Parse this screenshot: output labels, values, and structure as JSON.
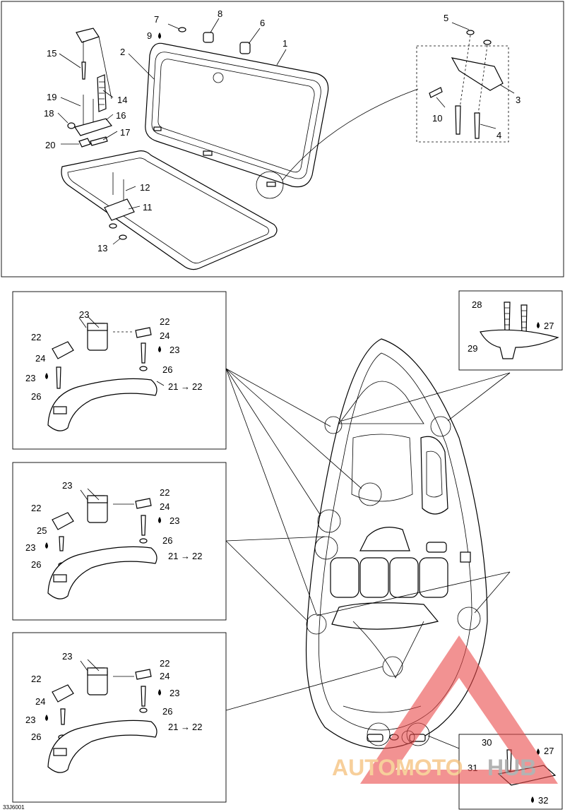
{
  "callouts_top": {
    "c1": "1",
    "c2": "2",
    "c3": "3",
    "c4": "4",
    "c5": "5",
    "c6": "6",
    "c7": "7",
    "c8": "8",
    "c9": "9",
    "c10": "10",
    "c11": "11",
    "c12": "12",
    "c13": "13",
    "c14": "14",
    "c15": "15",
    "c16": "16",
    "c17": "17",
    "c18": "18",
    "c19": "19",
    "c20": "20"
  },
  "panel_a": {
    "p23": "23",
    "p22a": "22",
    "p22b": "22",
    "p24a": "24",
    "p24b": "24",
    "p23b": "23",
    "p23c": "23",
    "p26a": "26",
    "p26b": "26",
    "p21": "21",
    "p21b": "22"
  },
  "panel_b": {
    "p23": "23",
    "p22a": "22",
    "p22b": "22",
    "p24": "24",
    "p25": "25",
    "p23b": "23",
    "p23c": "23",
    "p26a": "26",
    "p26b": "26",
    "p21": "21",
    "p21b": "22"
  },
  "panel_c": {
    "p23": "23",
    "p22a": "22",
    "p22b": "22",
    "p24a": "24",
    "p24b": "24",
    "p23b": "23",
    "p23c": "23",
    "p26a": "26",
    "p26b": "26",
    "p21": "21",
    "p21b": "22"
  },
  "panel_d": {
    "p28": "28",
    "p27": "27",
    "p29": "29"
  },
  "panel_e": {
    "p30": "30",
    "p27": "27",
    "p31": "31",
    "p32": "32"
  },
  "drawing_code": "33J6001",
  "watermark": {
    "word_a": "AUTOMOTO",
    "word_b": "HUB",
    "color_a": "#f5c07a",
    "color_b": "#9a9a9a",
    "triangle_color": "#e84848"
  }
}
